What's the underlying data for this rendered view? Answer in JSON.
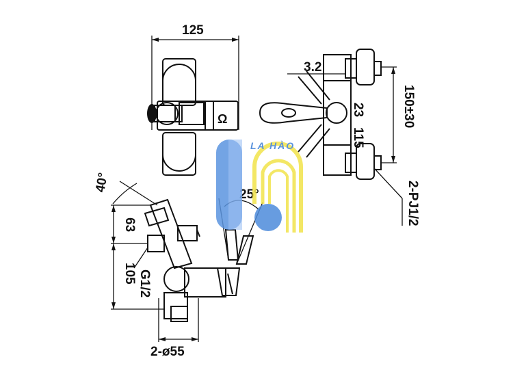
{
  "dimensions": {
    "top_width": "125",
    "offset_small": "3.2",
    "height_range": "150±30",
    "d23": "23",
    "d115": "115",
    "pipe_thread": "2-PJ1/2",
    "angle_left": "40°",
    "d63": "63",
    "d105": "105",
    "inlet_thread": "G1/2",
    "angle_handle": "25°",
    "flange_dia": "2-ø55"
  },
  "watermark": {
    "brand": "LA HÀO",
    "colors": {
      "blue": "#3d7fd6",
      "light_blue": "#8fb8f0",
      "yellow": "#f2e34b"
    }
  }
}
